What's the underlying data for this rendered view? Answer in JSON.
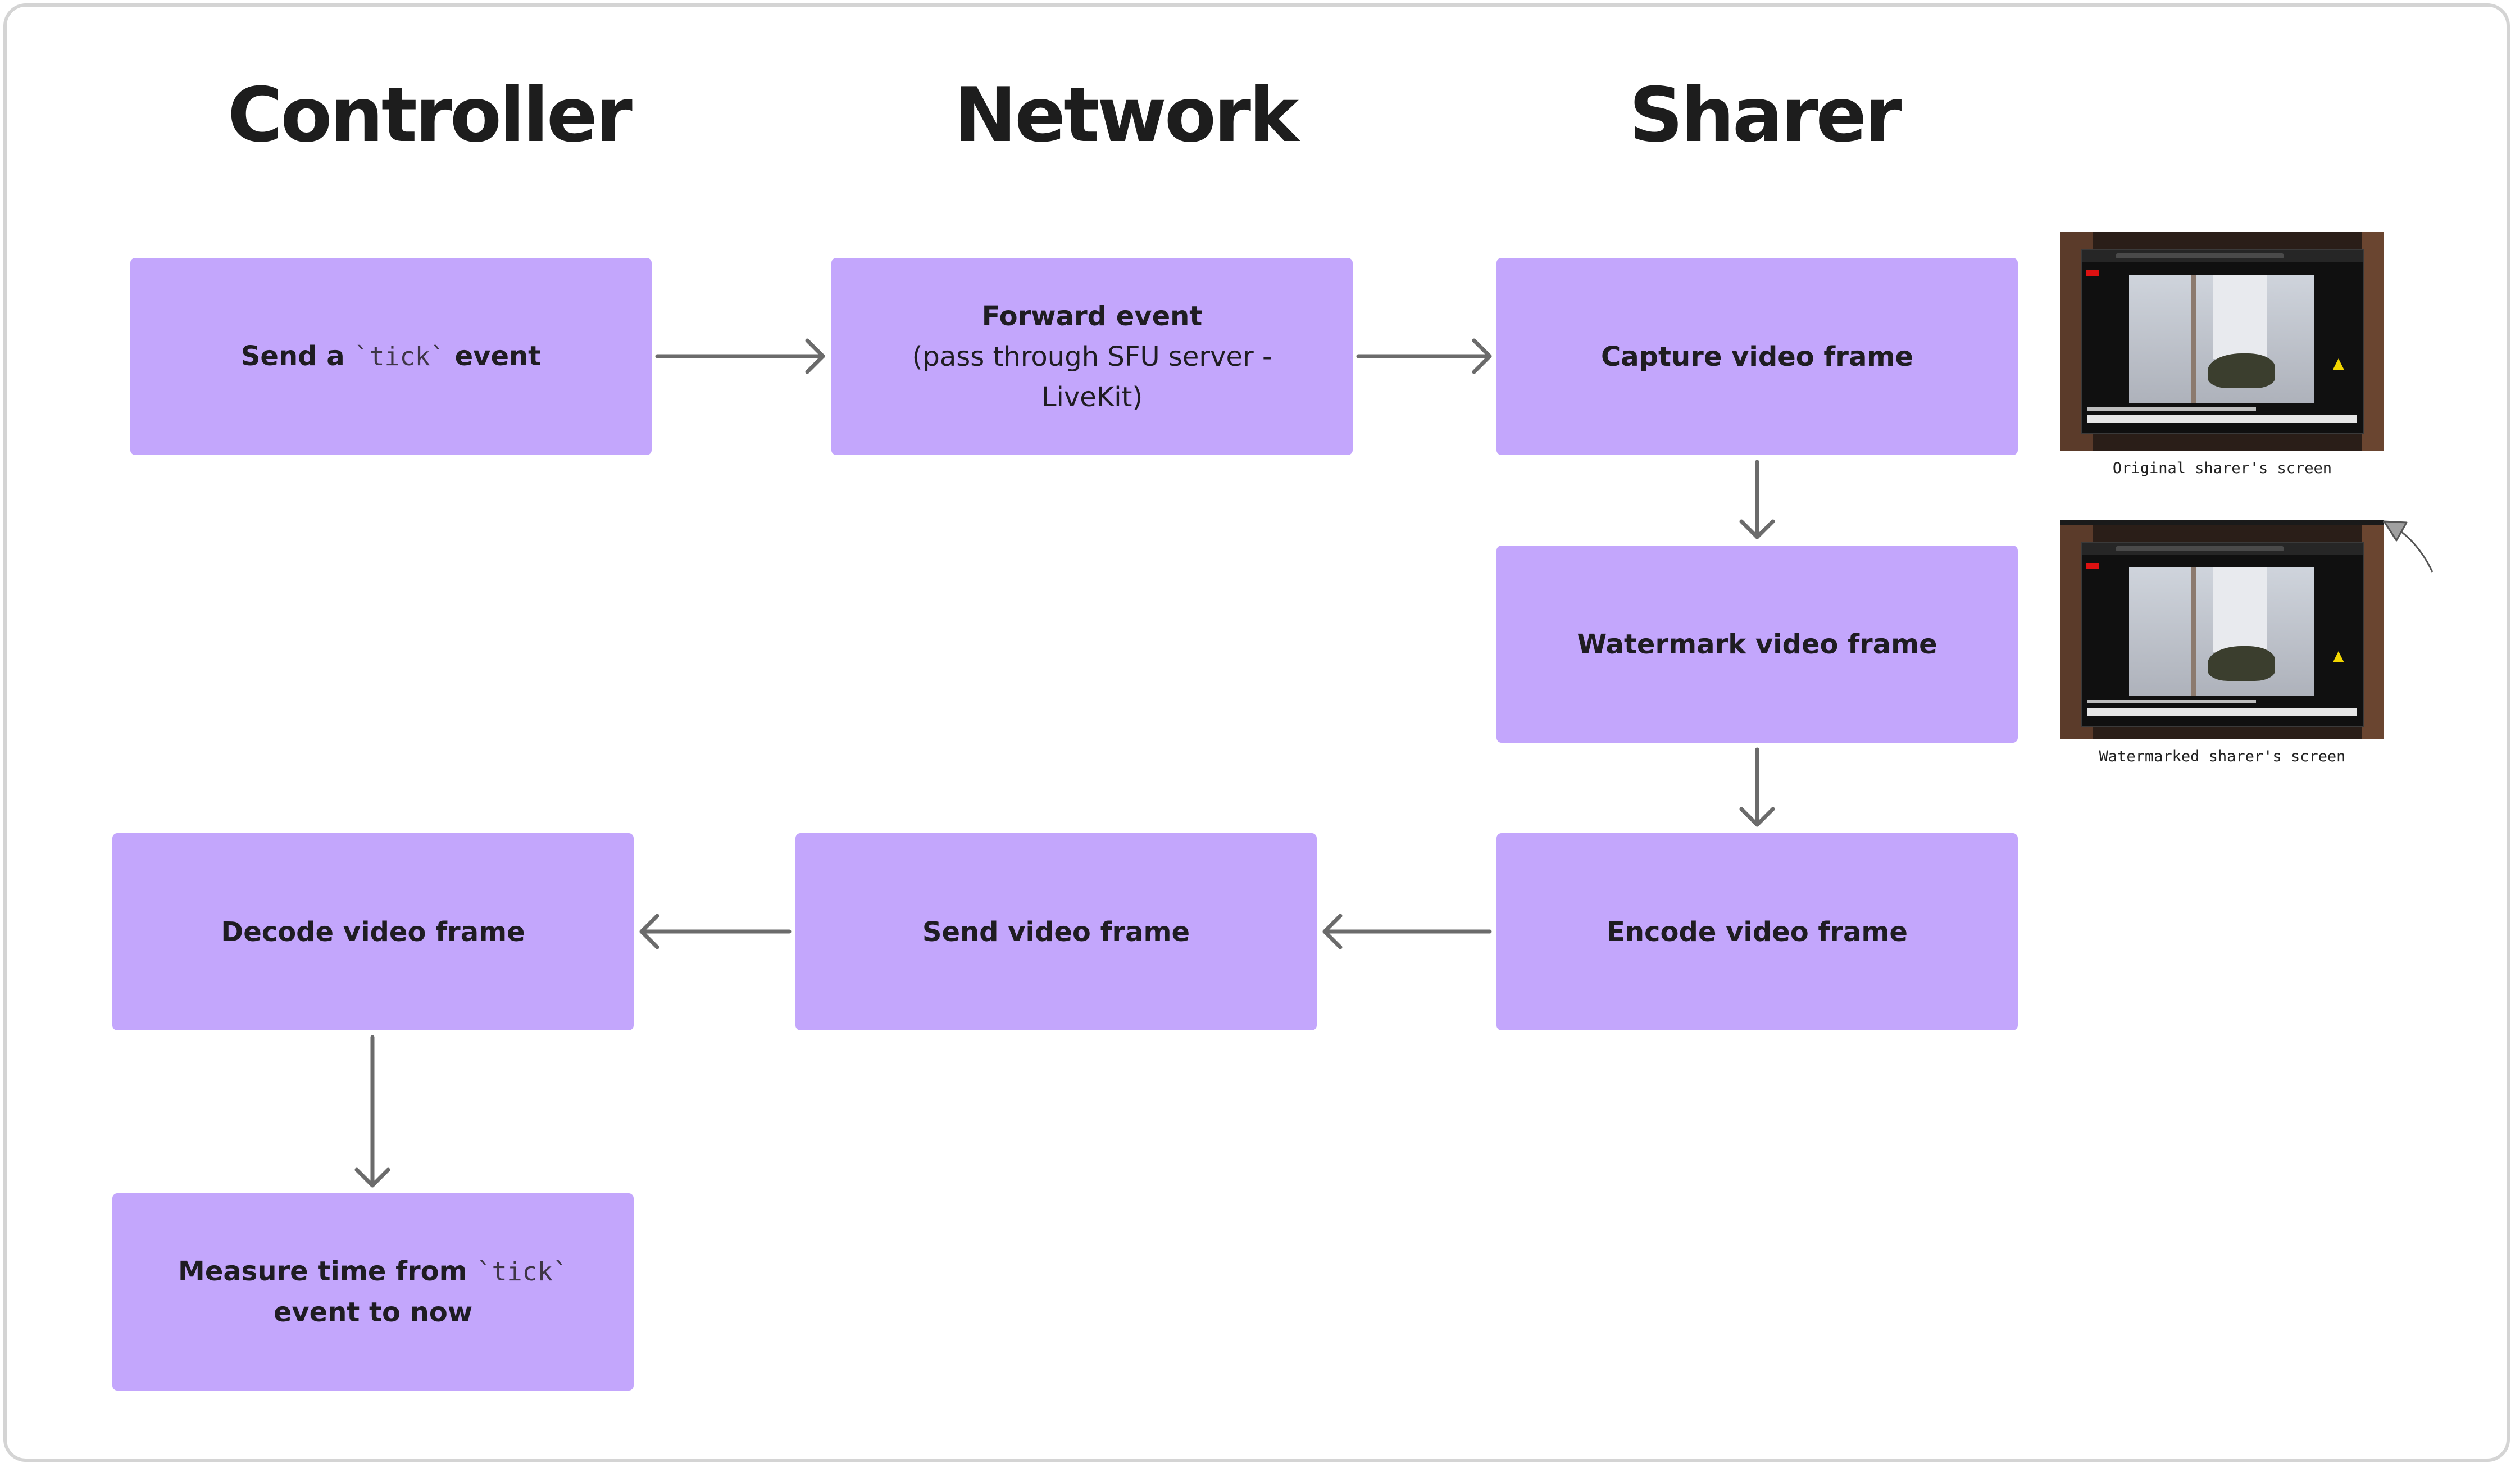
{
  "columns": {
    "controller": "Controller",
    "network": "Network",
    "sharer": "Sharer"
  },
  "steps": {
    "send_tick": {
      "before": "Send a ",
      "code": "`tick`",
      "after": " event"
    },
    "forward_event": {
      "title": "Forward event",
      "subtitle": "(pass through SFU server - LiveKit)"
    },
    "capture": "Capture video frame",
    "watermark": "Watermark video frame",
    "encode": "Encode video frame",
    "send_frame": "Send video frame",
    "decode": "Decode video frame",
    "measure": {
      "before": "Measure time from ",
      "code": "`tick`",
      "after": " event to now"
    }
  },
  "screenshots": {
    "original_caption": "Original sharer's screen",
    "watermarked_caption": "Watermarked sharer's screen"
  },
  "colors": {
    "box_fill": "#c3a6fc",
    "arrow": "#6b6b6b",
    "frame_border": "#d4d4d4"
  },
  "icons": [
    "arrow-right-icon",
    "arrow-down-icon",
    "arrow-left-icon",
    "cursor-icon"
  ]
}
